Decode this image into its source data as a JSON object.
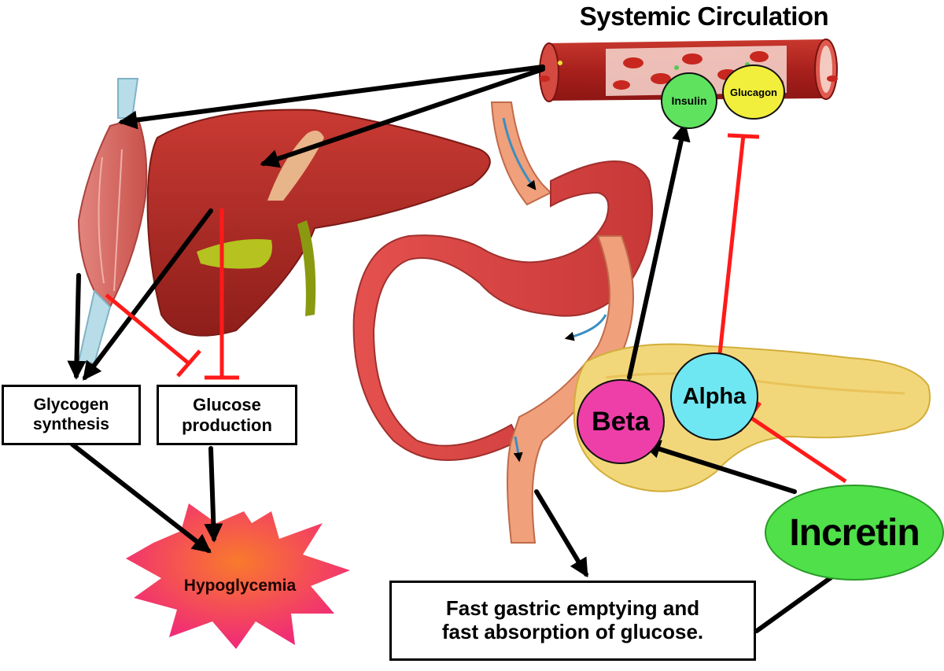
{
  "title": "Systemic Circulation",
  "hormones": {
    "insulin": "Insulin",
    "glucagon": "Glucagon"
  },
  "cells": {
    "alpha": "Alpha",
    "beta": "Beta"
  },
  "incretin": "Incretin",
  "boxes": {
    "glycogen_line1": "Glycogen",
    "glycogen_line2": "synthesis",
    "glucose_line1": "Glucose",
    "glucose_line2": "production",
    "gastric_line1": "Fast gastric emptying and",
    "gastric_line2": "fast absorption of glucose."
  },
  "outcome": "Hypoglycemia",
  "colors": {
    "activate_arrow": "#000000",
    "inhibit_line": "#ff1a1a",
    "insulin": "#5fe35f",
    "glucagon": "#f2ef3c",
    "beta": "#ee3fa8",
    "alpha": "#6fe7f2",
    "incretin": "#4fe04a",
    "burst_outer": "#f0287a",
    "burst_inner": "#f97a2c"
  }
}
